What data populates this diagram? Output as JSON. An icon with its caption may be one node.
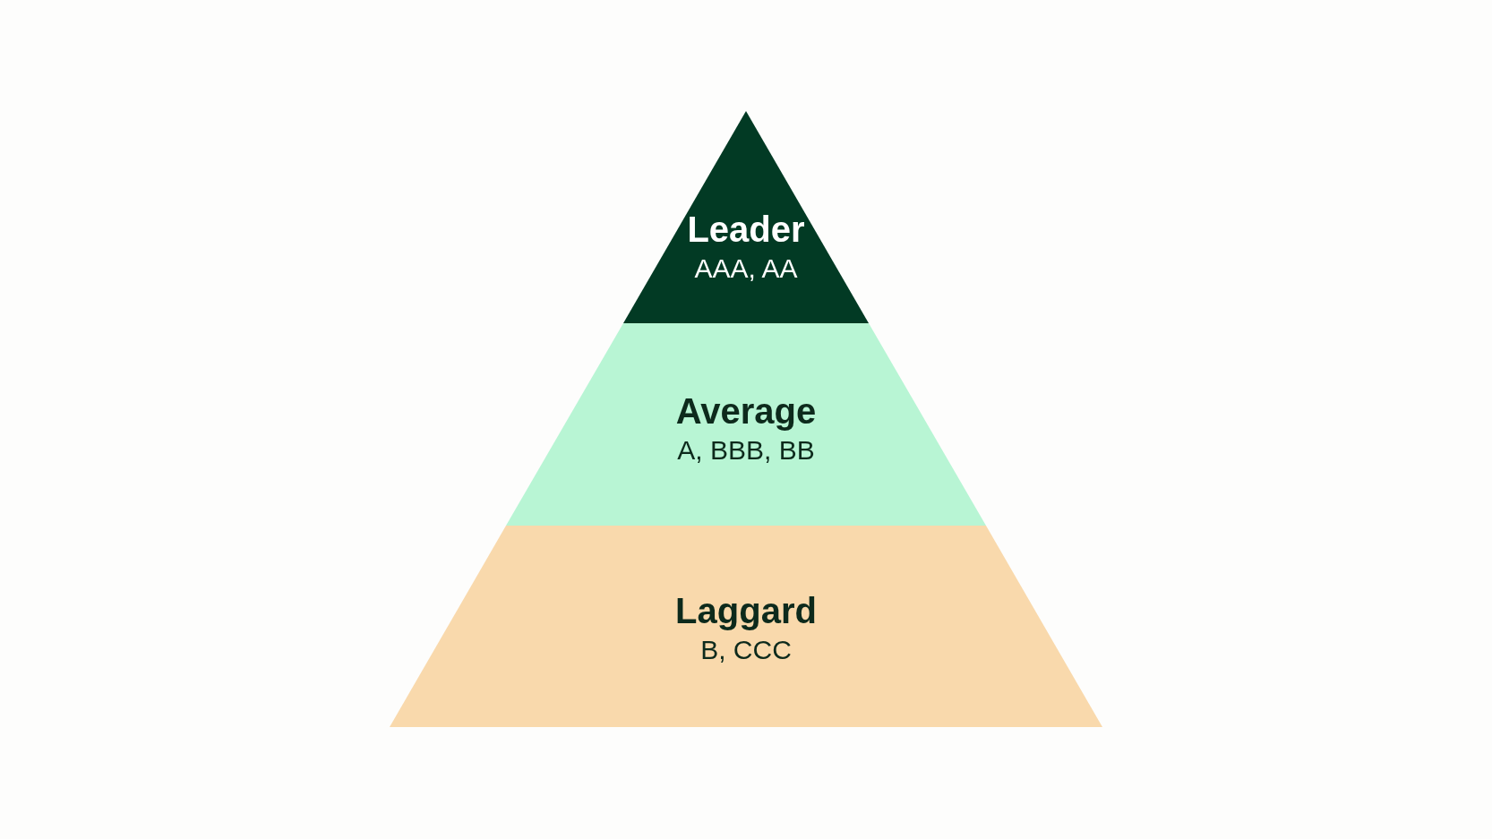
{
  "diagram": {
    "nodes": [
      {
        "text": [
          "Leader",
          "AAA, AA"
        ]
      },
      {
        "text": [
          "Average",
          "A, BBB, BB"
        ]
      },
      {
        "text": [
          "Laggard",
          "B, CCC"
        ]
      }
    ]
  }
}
